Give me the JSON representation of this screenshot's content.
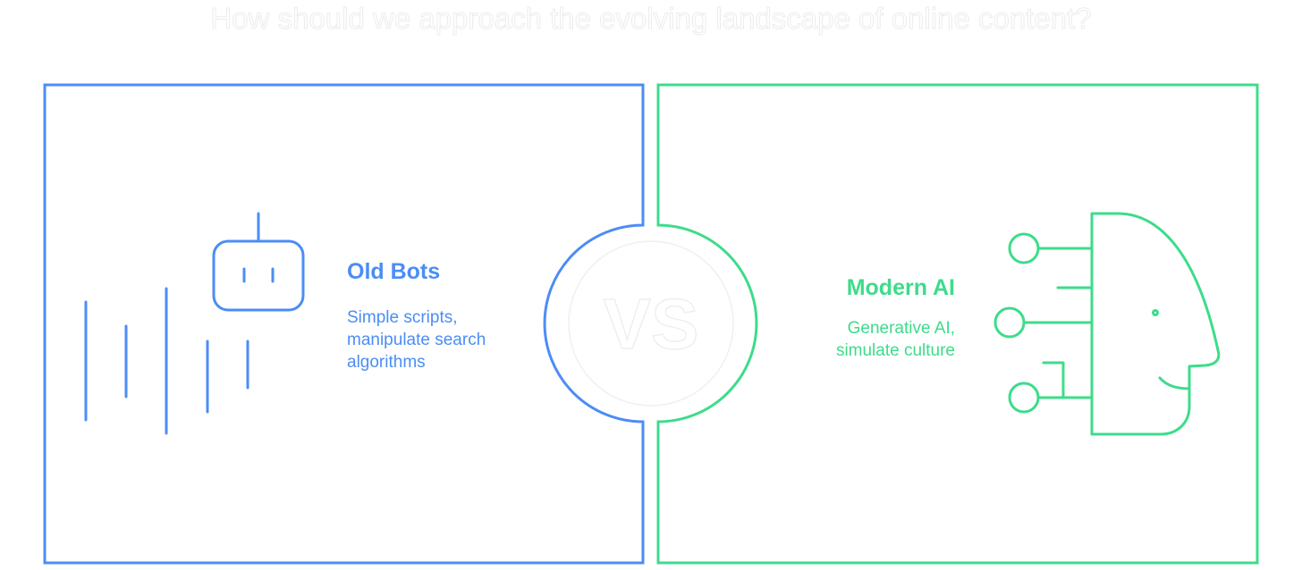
{
  "title": "How should we approach the evolving landscape of online content?",
  "colors": {
    "left": "#4b8df5",
    "right": "#3ddc8a",
    "vs": "#ececec"
  },
  "vs_label": "VS",
  "left": {
    "heading": "Old Bots",
    "lines": [
      "Simple scripts,",
      "manipulate search",
      "algorithms"
    ],
    "icon": "robot-icon"
  },
  "right": {
    "heading": "Modern AI",
    "lines": [
      "Generative AI,",
      "simulate culture"
    ],
    "icon": "ai-head-circuit-icon"
  }
}
